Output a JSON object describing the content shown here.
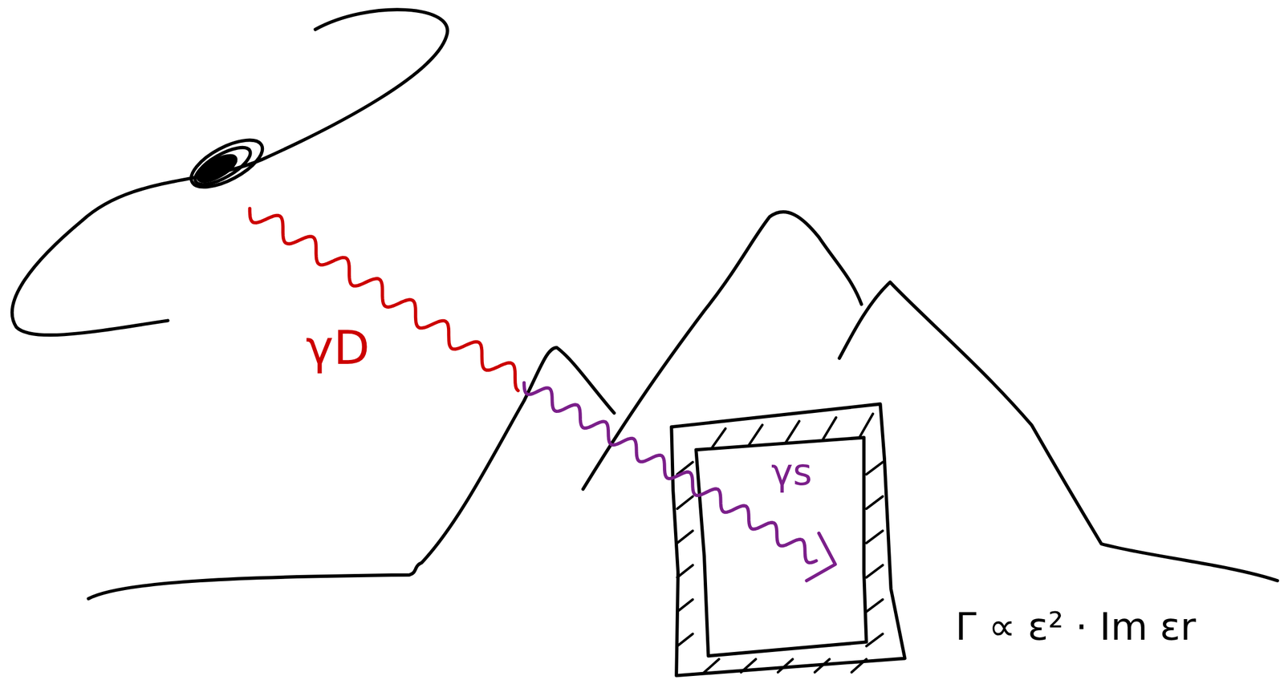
{
  "diagram": {
    "nodes": [
      {
        "text": [
          "γs"
        ]
      }
    ],
    "labels": [
      "γD",
      "Γ ∝ ε² · Im εr"
    ]
  }
}
